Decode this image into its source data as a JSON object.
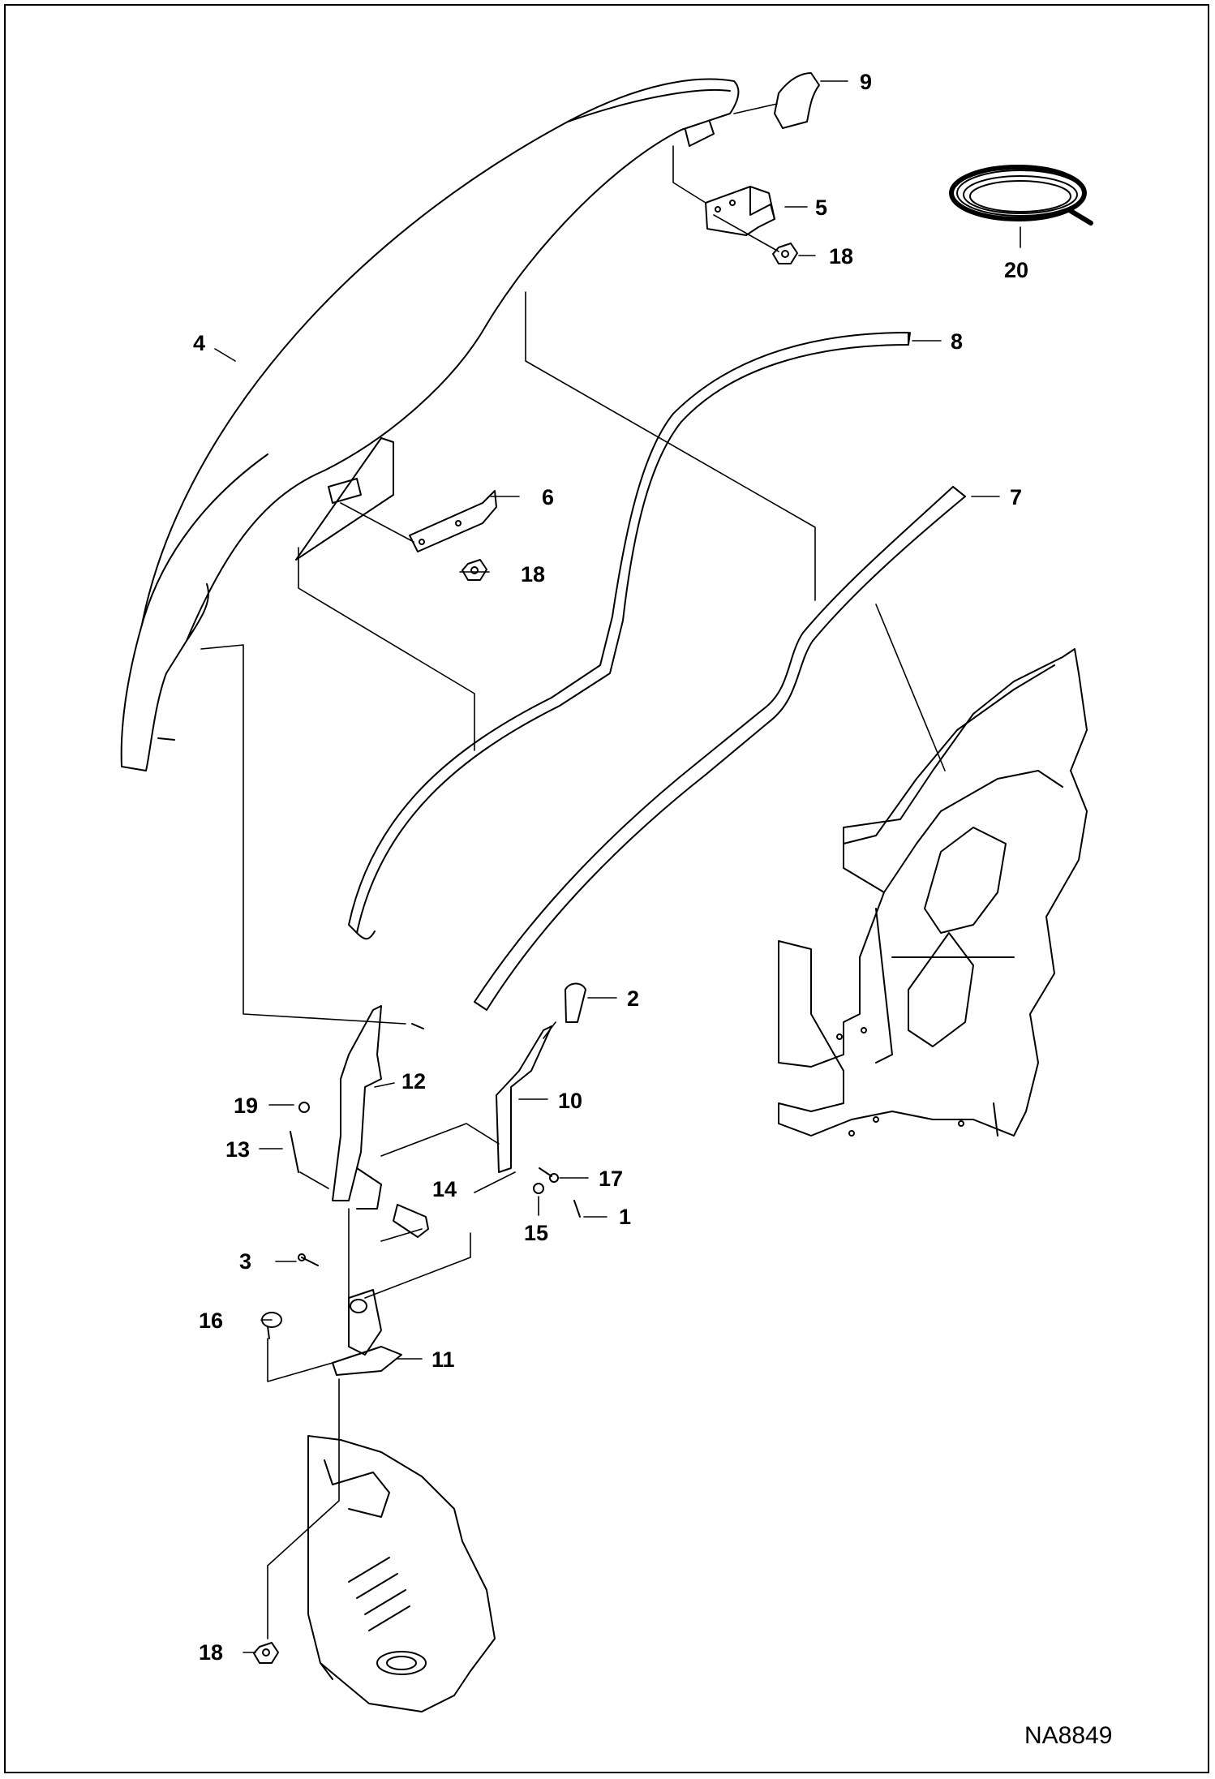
{
  "drawing_number": "NA8849",
  "callouts": [
    {
      "id": "c1",
      "text": "1"
    },
    {
      "id": "c2",
      "text": "2"
    },
    {
      "id": "c3",
      "text": "3"
    },
    {
      "id": "c4",
      "text": "4"
    },
    {
      "id": "c5",
      "text": "5"
    },
    {
      "id": "c6",
      "text": "6"
    },
    {
      "id": "c7",
      "text": "7"
    },
    {
      "id": "c8",
      "text": "8"
    },
    {
      "id": "c9",
      "text": "9"
    },
    {
      "id": "c10",
      "text": "10"
    },
    {
      "id": "c11",
      "text": "11"
    },
    {
      "id": "c12",
      "text": "12"
    },
    {
      "id": "c13",
      "text": "13"
    },
    {
      "id": "c14",
      "text": "14"
    },
    {
      "id": "c15",
      "text": "15"
    },
    {
      "id": "c16",
      "text": "16"
    },
    {
      "id": "c17",
      "text": "17"
    },
    {
      "id": "c18a",
      "text": "18"
    },
    {
      "id": "c18b",
      "text": "18"
    },
    {
      "id": "c18c",
      "text": "18"
    },
    {
      "id": "c19",
      "text": "19"
    },
    {
      "id": "c20",
      "text": "20"
    }
  ]
}
